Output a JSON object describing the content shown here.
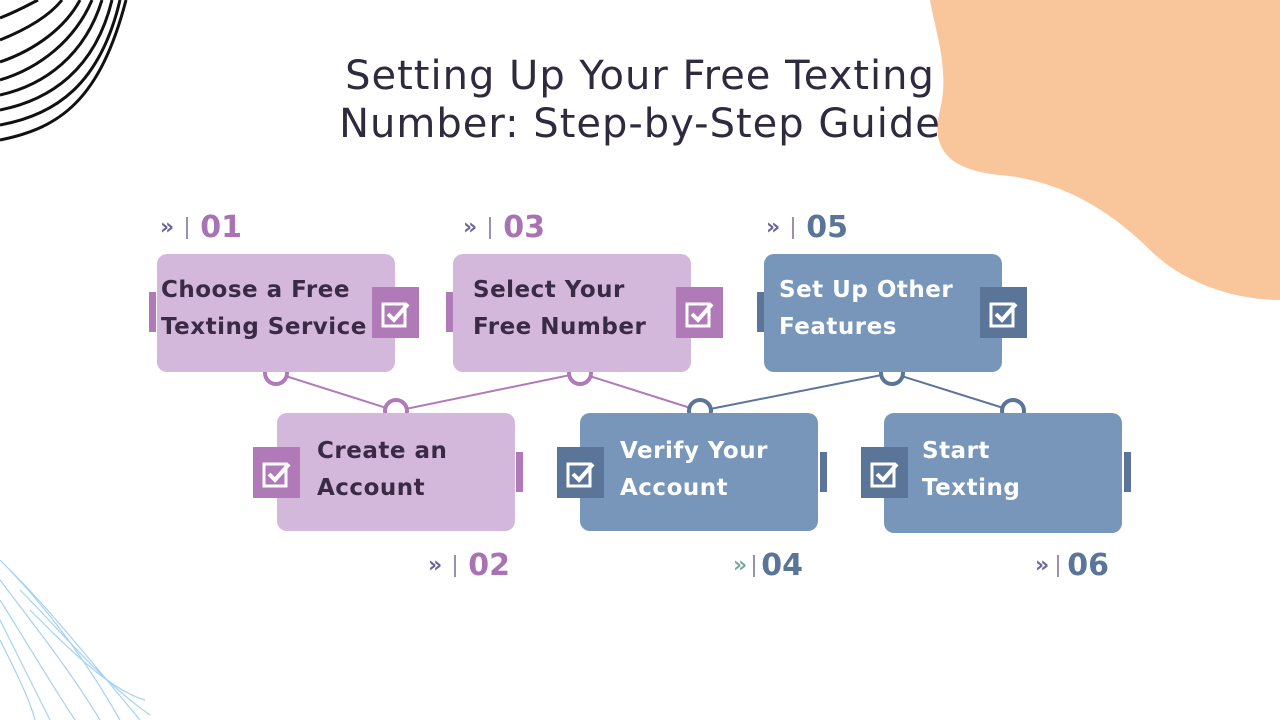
{
  "title_line1": "Setting Up Your Free Texting",
  "title_line2": "Number: Step-by-Step Guide",
  "steps": [
    {
      "number": "01",
      "label_line1": "Choose a Free",
      "label_line2": "Texting Service"
    },
    {
      "number": "02",
      "label_line1": "Create an",
      "label_line2": "Account"
    },
    {
      "number": "03",
      "label_line1": "Select Your",
      "label_line2": "Free Number"
    },
    {
      "number": "04",
      "label_line1": "Verify Your",
      "label_line2": "Account"
    },
    {
      "number": "05",
      "label_line1": "Set Up Other",
      "label_line2": "Features"
    },
    {
      "number": "06",
      "label_line1": "Start",
      "label_line2": "Texting"
    }
  ],
  "arrow_glyph": "»",
  "colors": {
    "purple_box": "#d4b8dc",
    "purple_accent": "#b07ab8",
    "blue_box": "#7796ba",
    "blue_accent": "#5b7599",
    "peach": "#f9c69c"
  }
}
